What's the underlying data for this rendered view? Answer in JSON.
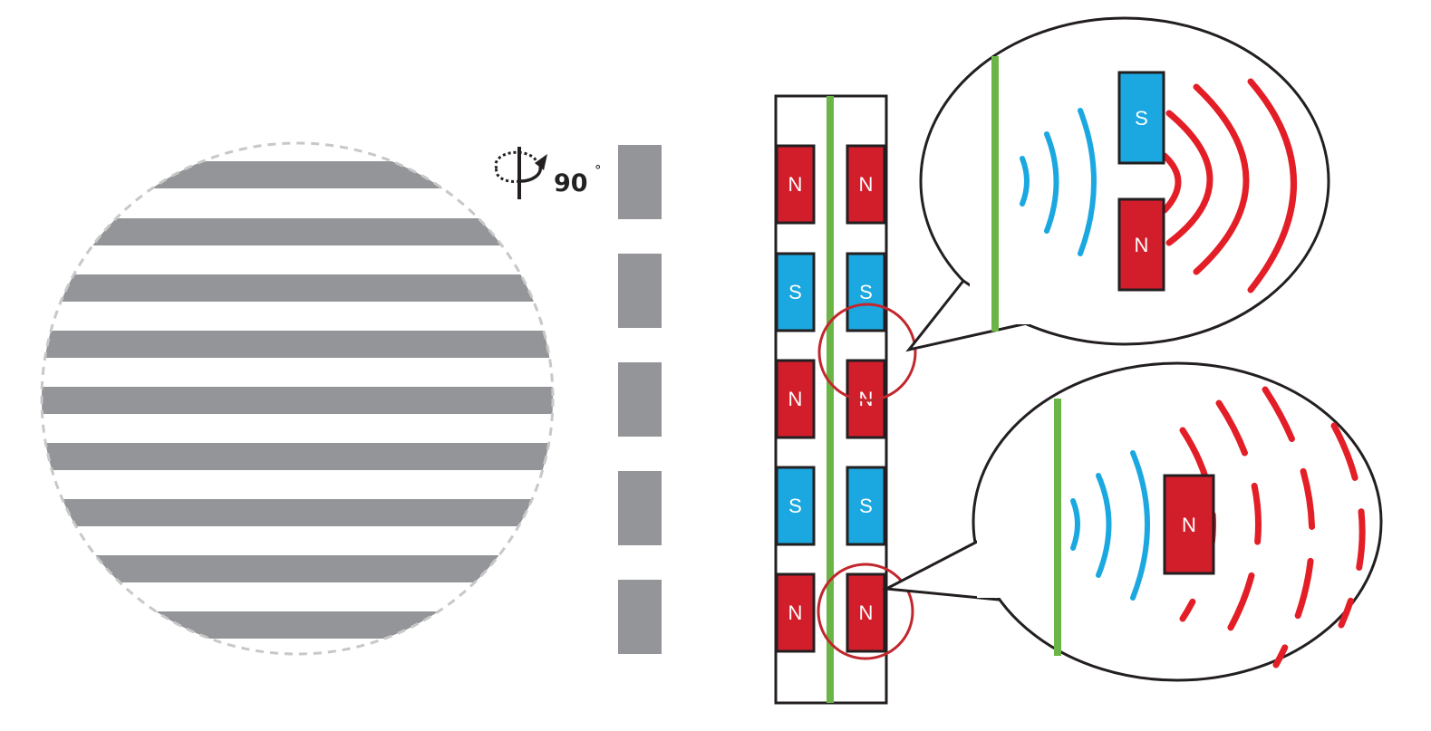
{
  "rotation": {
    "label": "90",
    "unit": "°"
  },
  "magnet_strip": {
    "rows": [
      {
        "pole": "N",
        "left": "N",
        "right": "N"
      },
      {
        "pole": "S",
        "left": "S",
        "right": "S"
      },
      {
        "pole": "N",
        "left": "N",
        "right": "N"
      },
      {
        "pole": "S",
        "left": "S",
        "right": "S"
      },
      {
        "pole": "N",
        "left": "N",
        "right": "N"
      }
    ]
  },
  "callout_top": {
    "upper_label": "S",
    "lower_label": "N"
  },
  "callout_bottom": {
    "label": "N"
  },
  "colors": {
    "north": "#d21e2b",
    "south": "#1ba8e0",
    "stripe": "#939598",
    "green": "#6ab545",
    "outline": "#231f20",
    "circle": "#c1272d",
    "field_red": "#e31e26",
    "field_blue": "#1ba8e0"
  }
}
